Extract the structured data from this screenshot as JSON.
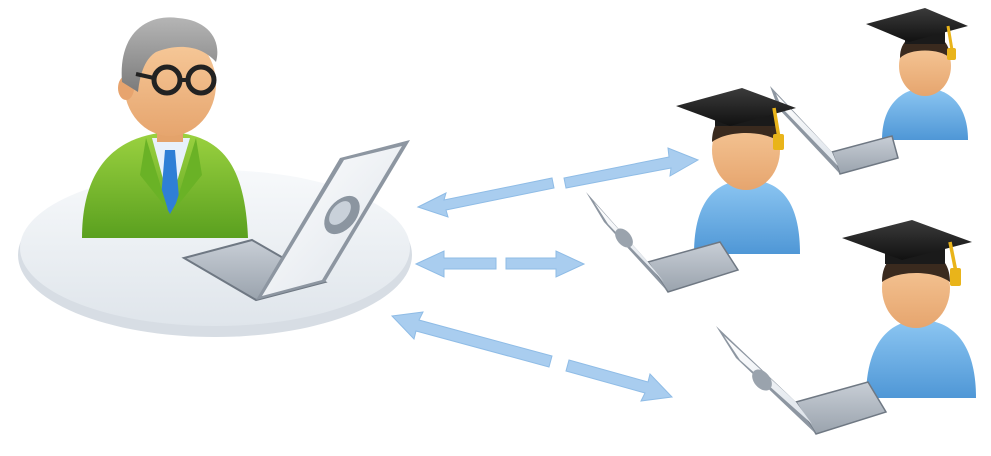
{
  "scene": {
    "teacher": {
      "icon": "teacher-with-glasses",
      "suit_color": "#7cbf2a",
      "tie_color": "#2f7fd6"
    },
    "students": [
      {
        "icon": "student-graduation-cap",
        "shirt_color": "#6aaee6"
      },
      {
        "icon": "student-graduation-cap",
        "shirt_color": "#6aaee6"
      },
      {
        "icon": "student-graduation-cap",
        "shirt_color": "#6aaee6"
      }
    ],
    "laptops": 4,
    "arrows": 3,
    "colors": {
      "arrow": "#a9cdef",
      "platform": "#e9eef3",
      "skin": "#f1b983",
      "cap": "#222222",
      "tassel": "#e9b41a",
      "laptop_body": "#eef1f4",
      "laptop_screen": "#f7f8fa"
    }
  }
}
